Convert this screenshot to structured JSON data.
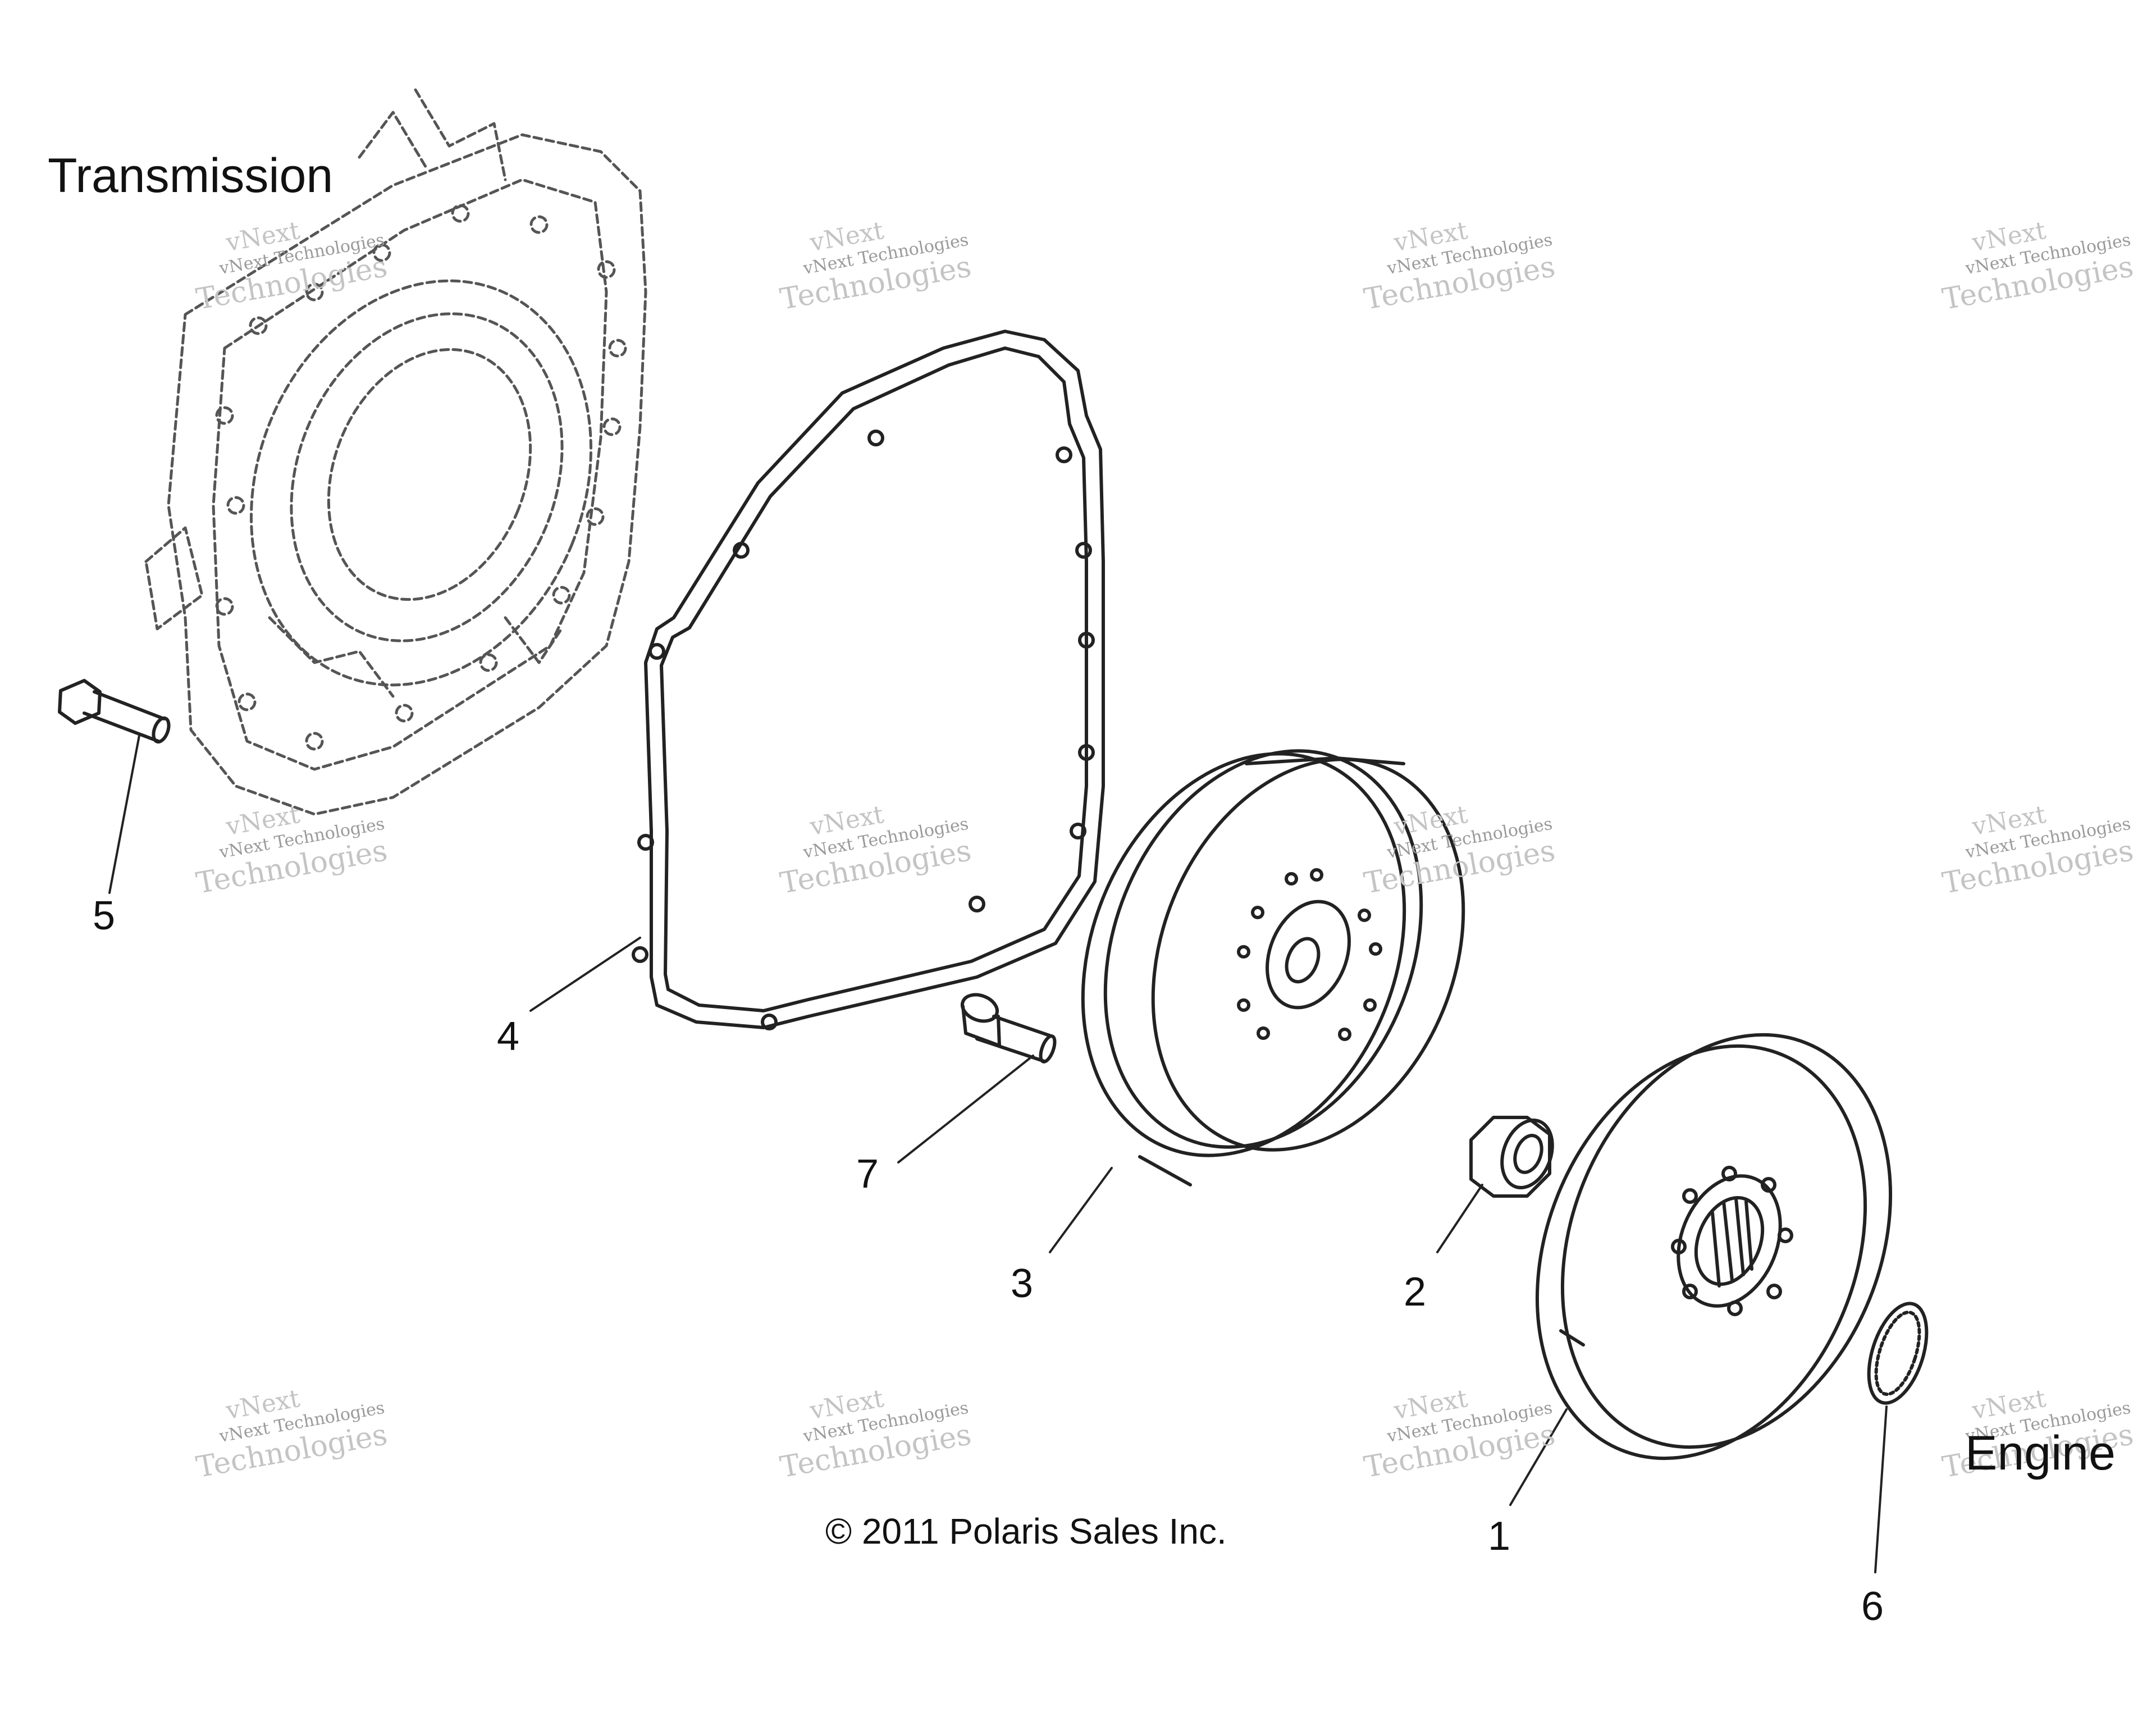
{
  "region_labels": {
    "transmission": "Transmission",
    "engine": "Engine"
  },
  "copyright": "© 2011 Polaris Sales Inc.",
  "callouts": [
    "1",
    "2",
    "3",
    "4",
    "5",
    "6",
    "7"
  ],
  "watermark": {
    "line1": "vNext",
    "line2": "vNext Technologies",
    "line3": "Technologies"
  }
}
